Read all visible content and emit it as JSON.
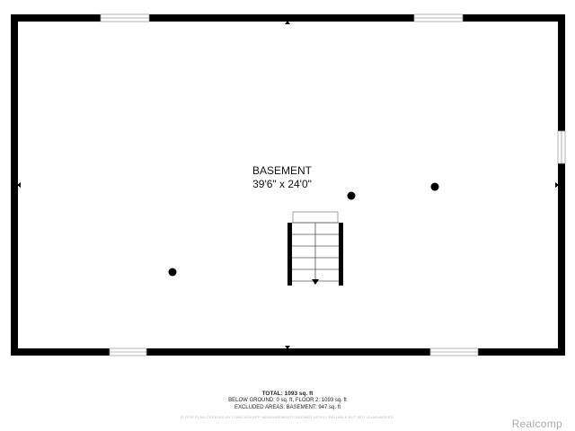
{
  "room": {
    "name": "BASEMENT",
    "dimensions": "39'6\" x 24'0\""
  },
  "summary": {
    "total_label": "TOTAL:",
    "total_value": "1093 sq. ft",
    "below_ground": "BELOW GROUND: 0 sq. ft, FLOOR 2: 1093 sq. ft",
    "excluded": "EXCLUDED AREAS: BASEMENT: 947 sq. ft",
    "disclaimer": "FLOOR PLAN CREATED BY CUBICASA APP. MEASUREMENTS DEEMED HIGHLY RELIABLE BUT NOT GUARANTEED."
  },
  "brand": "Realcomp",
  "colors": {
    "wall": "#000000",
    "window": "#9e9e9e",
    "text": "#111111",
    "brand": "#aaaaaa"
  },
  "icons": [
    "post-dot",
    "stair-direction-arrow",
    "wall-marker-arrow"
  ]
}
